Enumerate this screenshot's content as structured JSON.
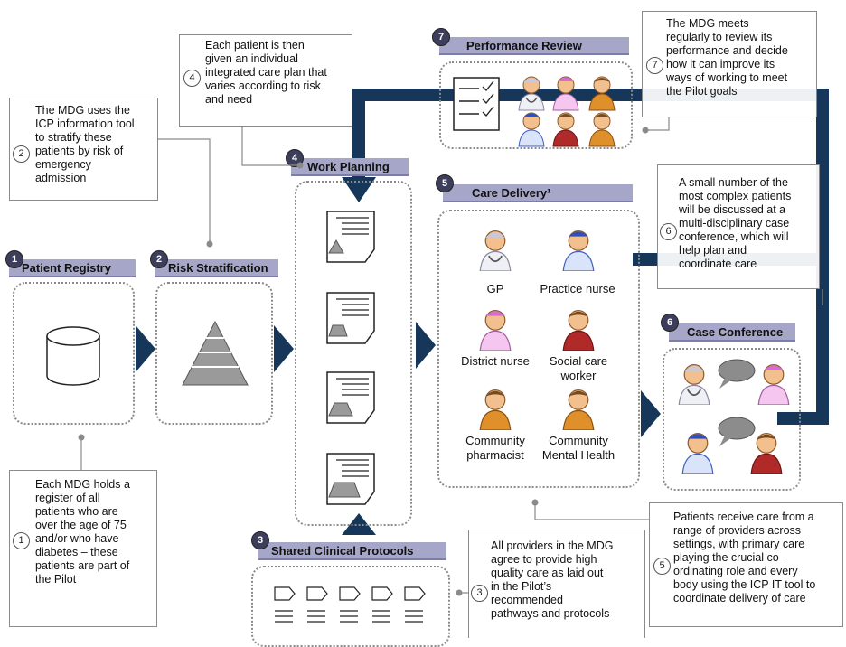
{
  "stages": {
    "patient_registry": {
      "num": "1",
      "title": "Patient Registry"
    },
    "risk_stratification": {
      "num": "2",
      "title": "Risk Stratification"
    },
    "work_planning": {
      "num": "4",
      "title": "Work Planning"
    },
    "care_delivery": {
      "num": "5",
      "title": "Care Delivery¹"
    },
    "performance_review": {
      "num": "7",
      "title": "Performance Review"
    },
    "case_conference": {
      "num": "6",
      "title": "Case Conference"
    },
    "shared_protocols": {
      "num": "3",
      "title": "Shared Clinical Protocols"
    }
  },
  "providers": {
    "gp": "GP",
    "practice_nurse": "Practice nurse",
    "district_nurse": "District nurse",
    "social_care_worker_1": "Social care",
    "social_care_worker_2": "worker",
    "community_pharmacist_1": "Community",
    "community_pharmacist_2": "pharmacist",
    "community_mh_1": "Community",
    "community_mh_2": "Mental Health"
  },
  "notes": {
    "n1": {
      "num": "1",
      "lines": [
        "Each MDG holds a",
        "register of all",
        "patients who are",
        "over the age of 75",
        "and/or who have",
        "diabetes – these",
        "patients are part of",
        "the Pilot"
      ]
    },
    "n2": {
      "num": "2",
      "lines": [
        "The MDG uses the",
        "ICP information tool",
        "to stratify these",
        "patients by risk of",
        "emergency",
        "admission"
      ]
    },
    "n4": {
      "num": "4",
      "lines": [
        "Each patient is then",
        "given an individual",
        "integrated care plan that",
        "varies according to risk",
        "and need"
      ]
    },
    "n7": {
      "num": "7",
      "lines": [
        "The MDG meets",
        "regularly to review its",
        "performance and decide",
        "how it can improve its",
        "ways of working to meet",
        "the Pilot goals"
      ]
    },
    "n6": {
      "num": "6",
      "lines": [
        "A small number of the",
        "most complex patients",
        "will be discussed at a",
        "multi-disciplinary case",
        "conference, which will",
        "help plan and",
        "coordinate care"
      ]
    },
    "n3": {
      "num": "3",
      "lines": [
        "All providers in the MDG",
        "agree to provide high",
        "quality care as laid out",
        "in the Pilot’s",
        "recommended",
        "pathways and protocols"
      ]
    },
    "n5": {
      "num": "5",
      "lines": [
        "Patients receive care from a",
        "range of providers across",
        "settings, with primary care",
        "playing the crucial co-",
        "ordinating role and every",
        "body using the ICP IT tool to",
        "coordinate delivery of care"
      ]
    }
  },
  "colors": {
    "accent": "#16375a",
    "header": "#a6a6c8",
    "badge": "#3d3d5c"
  }
}
